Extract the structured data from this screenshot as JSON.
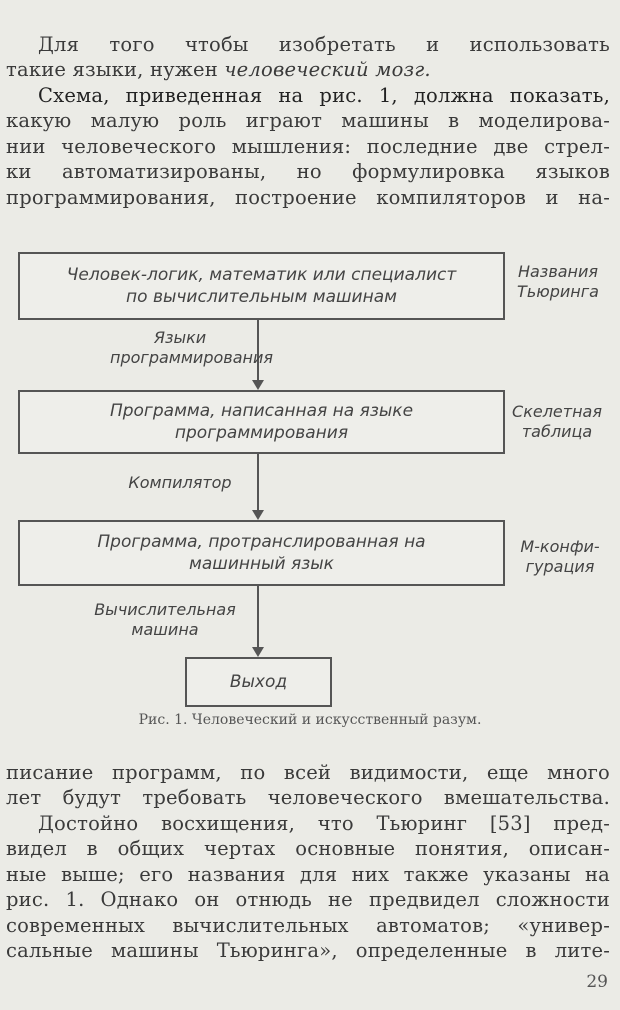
{
  "top_lines": [
    "Для того чтобы изобретать и использовать",
    "такие языки, нужен ",
    "Схема, приведенная на рис. 1, должна показать,",
    "какую малую роль играют машины в моделирова-",
    "нии человеческого мышления: последние две стрел-",
    "ки автоматизированы, но формулировка языков",
    "программирования, построение компиляторов и на-"
  ],
  "top_italic": "человеческий мозг.",
  "diagram": {
    "box1": [
      "Человек-логик, математик или специалист",
      "по вычислительным машинам"
    ],
    "label1": [
      "Языки",
      "программирования"
    ],
    "box2": [
      "Программа, написанная на языке",
      "программирования"
    ],
    "label2": "Компилятор",
    "box3": [
      "Программа, протранслированная на",
      "машинный язык"
    ],
    "label3": [
      "Вычислительная",
      "машина"
    ],
    "box4": "Выход",
    "turing1": [
      "Названия",
      "Тьюринга"
    ],
    "turing2": [
      "Скелетная",
      "таблица"
    ],
    "turing3": [
      "М-конфи-",
      "гурация"
    ]
  },
  "caption": "Рис. 1. Человеческий и искусственный разум.",
  "bottom_lines": [
    "писание программ, по всей видимости, еще много",
    "лет будут требовать человеческого вмешательства.",
    "Достойно восхищения, что Тьюринг [53] пред-",
    "видел в общих чертах основные понятия, описан-",
    "ные выше; его названия для них также указаны на",
    "рис. 1. Однако он отнюдь не предвидел сложности",
    "современных вычислительных автоматов; «универ-",
    "сальные машины Тьюринга», определенные в лите-"
  ],
  "page_number": "29"
}
